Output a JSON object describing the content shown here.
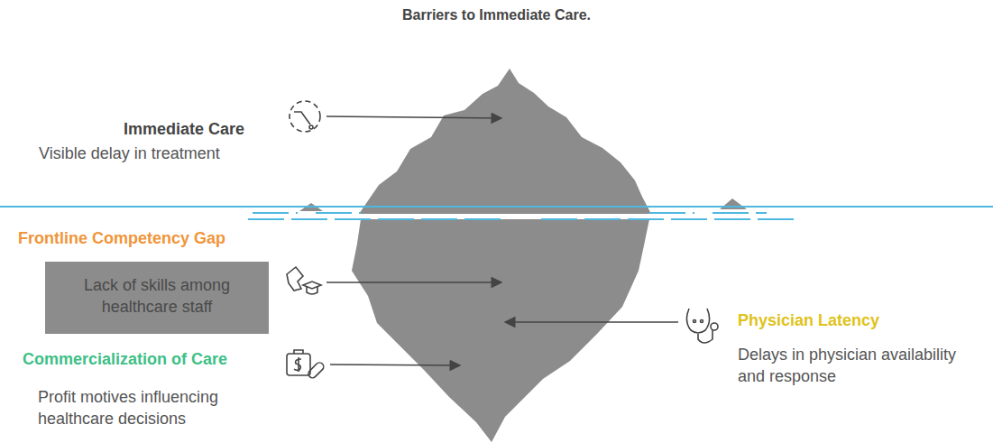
{
  "diagram": {
    "title": "Barriers to Immediate Care.",
    "nodes": [
      {
        "text": [
          "Frontline Competency Gap",
          "Lack of skills among healthcare staff"
        ]
      }
    ],
    "labels": [
      "Immediate Care",
      "Visible delay in treatment",
      "Commercialization of Care",
      "Profit motives influencing healthcare decisions",
      "Physician Latency",
      "Delays in physician availability and response"
    ]
  }
}
